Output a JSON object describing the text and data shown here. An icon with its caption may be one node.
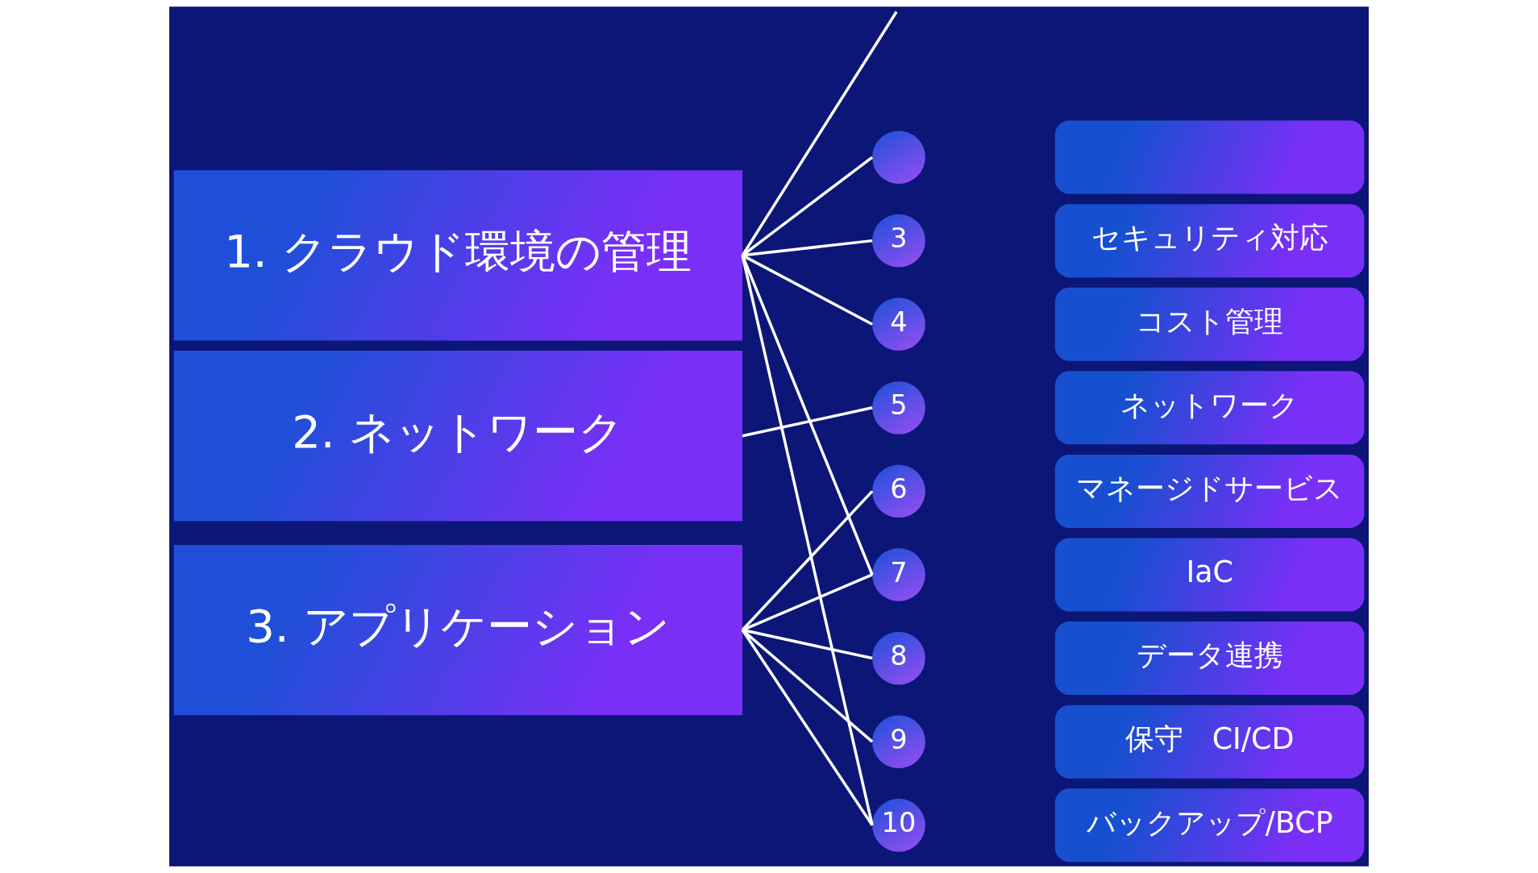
{
  "diagram": {
    "nodes": [
      {
        "text": [
          "1. クラウド環境の管理"
        ]
      },
      {
        "text": [
          "2. ネットワーク"
        ]
      },
      {
        "text": [
          "3. アプリケーション"
        ]
      },
      {
        "text": [],
        "shape": "circle"
      },
      {
        "text": [],
        "shape": "box"
      },
      {
        "text": [
          "3"
        ]
      },
      {
        "text": [
          "セキュリティ対応"
        ]
      },
      {
        "text": [
          "4"
        ]
      },
      {
        "text": [
          "コスト管理"
        ]
      },
      {
        "text": [
          "5"
        ]
      },
      {
        "text": [
          "ネットワーク"
        ]
      },
      {
        "text": [
          "6"
        ]
      },
      {
        "text": [
          "マネージドサービス"
        ]
      },
      {
        "text": [
          "7"
        ]
      },
      {
        "text": [
          "IaC"
        ]
      },
      {
        "text": [
          "8"
        ]
      },
      {
        "text": [
          "データ連携"
        ]
      },
      {
        "text": [
          "9"
        ]
      },
      {
        "text": [
          "保守　CI/CD"
        ]
      },
      {
        "text": [
          "10"
        ]
      },
      {
        "text": [
          "バックアップ/BCP"
        ]
      }
    ],
    "edges": [
      {
        "from": 0,
        "to": null,
        "arrow": "none"
      },
      {
        "from": 0,
        "to": 3,
        "arrow": "none"
      },
      {
        "from": 0,
        "to": 5,
        "arrow": "none"
      },
      {
        "from": 0,
        "to": 7,
        "arrow": "none"
      },
      {
        "from": 0,
        "to": 13,
        "arrow": "none"
      },
      {
        "from": 0,
        "to": 19,
        "arrow": "none"
      },
      {
        "from": 1,
        "to": 9,
        "arrow": "none"
      },
      {
        "from": 2,
        "to": 11,
        "arrow": "none"
      },
      {
        "from": 2,
        "to": 13,
        "arrow": "none"
      },
      {
        "from": 2,
        "to": 15,
        "arrow": "none"
      },
      {
        "from": 2,
        "to": 17,
        "arrow": "none"
      },
      {
        "from": 2,
        "to": 19,
        "arrow": "none"
      }
    ]
  }
}
